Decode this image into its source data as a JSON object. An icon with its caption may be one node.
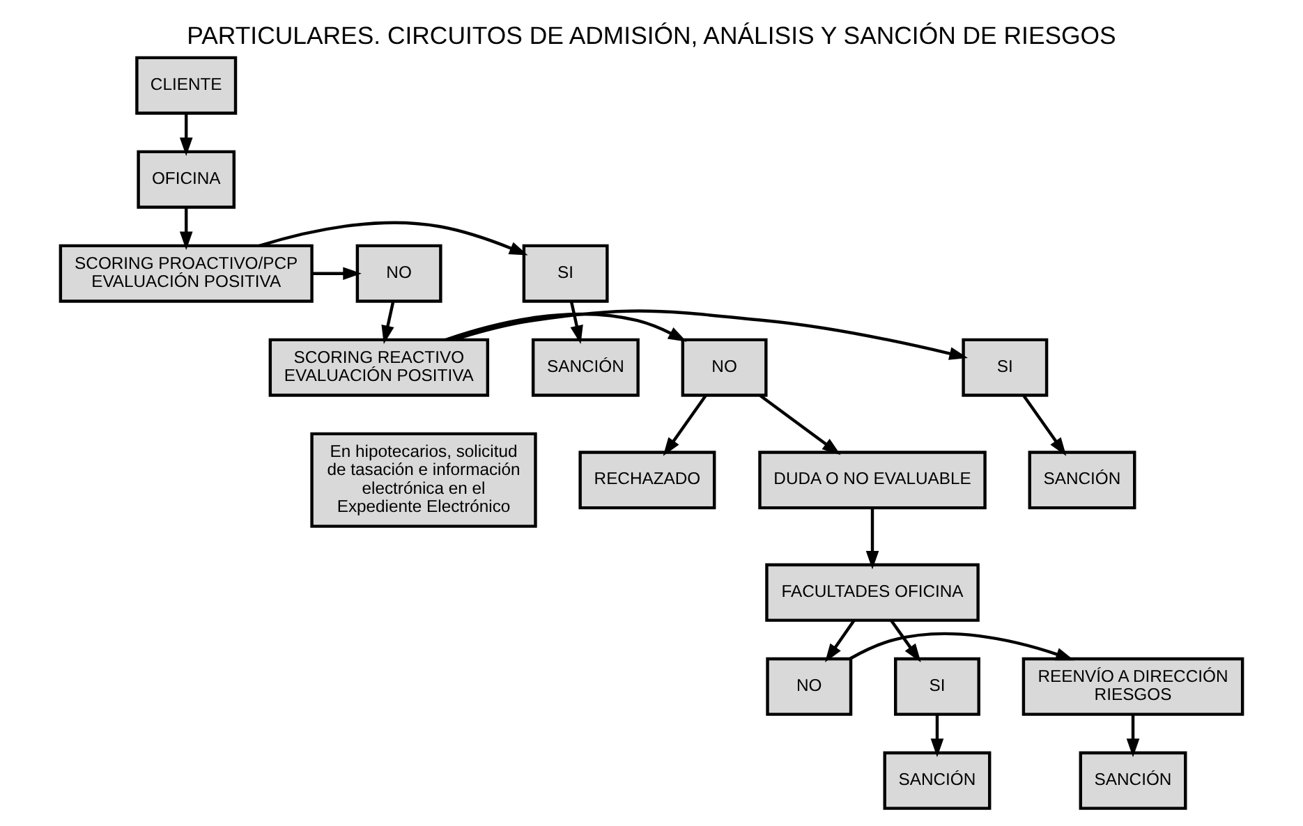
{
  "diagram": {
    "title": "PARTICULARES. CIRCUITOS DE ADMISIÓN, ANÁLISIS Y SANCIÓN DE RIESGOS",
    "nodes": [
      {
        "text": [
          "CLIENTE"
        ]
      },
      {
        "text": [
          "OFICINA"
        ]
      },
      {
        "text": [
          "SCORING PROACTIVO/PCP EVALUACIÓN POSITIVA"
        ]
      },
      {
        "text": [
          "SI"
        ]
      },
      {
        "text": [
          "NO"
        ]
      },
      {
        "text": [
          "SANCIÓN"
        ]
      },
      {
        "text": [
          "SCORING REACTIVO EVALUACIÓN POSITIVA"
        ]
      },
      {
        "text": [
          "SI"
        ]
      },
      {
        "text": [
          "NO"
        ]
      },
      {
        "text": [
          "SANCIÓN"
        ]
      },
      {
        "text": [
          "DUDA O NO EVALUABLE"
        ]
      },
      {
        "text": [
          "RECHAZADO"
        ]
      },
      {
        "text": [
          "En hipotecarios, solicitud de tasación e información electrónica en el Expediente Electrónico"
        ]
      },
      {
        "text": [
          "FACULTADES OFICINA"
        ]
      },
      {
        "text": [
          "REENVÍO A DIRECCIÓN RIESGOS"
        ]
      },
      {
        "text": [
          "SANCIÓN"
        ]
      },
      {
        "text": [
          "SI"
        ]
      },
      {
        "text": [
          "NO"
        ]
      },
      {
        "text": [
          "SANCIÓN"
        ]
      }
    ],
    "edges": [
      {
        "from": 0,
        "to": 1,
        "arrow": "to"
      },
      {
        "from": 1,
        "to": 2,
        "arrow": "to"
      },
      {
        "from": 2,
        "to": 3,
        "arrow": "to"
      },
      {
        "from": 2,
        "to": 4,
        "arrow": "to"
      },
      {
        "from": 3,
        "to": 5,
        "arrow": "to"
      },
      {
        "from": 4,
        "to": 6,
        "arrow": "to"
      },
      {
        "from": 6,
        "to": 7,
        "arrow": "to"
      },
      {
        "from": 6,
        "to": 8,
        "arrow": "to"
      },
      {
        "from": 7,
        "to": 9,
        "arrow": "to"
      },
      {
        "from": 8,
        "to": 10,
        "arrow": "to"
      },
      {
        "from": 8,
        "to": 11,
        "arrow": "to"
      },
      {
        "from": 10,
        "to": 13,
        "arrow": "to"
      },
      {
        "from": 13,
        "to": 16,
        "arrow": "to"
      },
      {
        "from": 13,
        "to": 17,
        "arrow": "to"
      },
      {
        "from": 16,
        "to": 15,
        "arrow": "to"
      },
      {
        "from": 17,
        "to": 14,
        "arrow": "to"
      },
      {
        "from": 14,
        "to": 18,
        "arrow": "to"
      }
    ]
  }
}
